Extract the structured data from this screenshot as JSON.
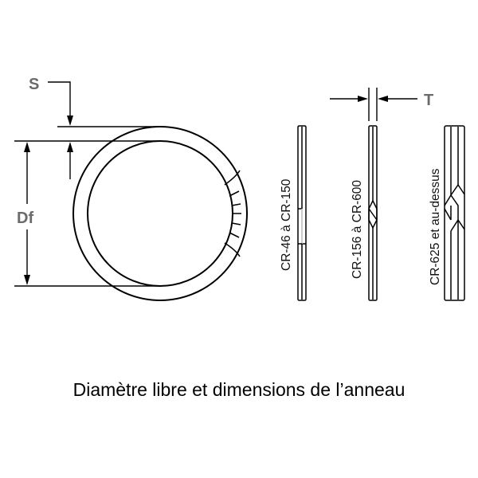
{
  "diagram": {
    "dimensions": {
      "thickness_label": "S",
      "free_diameter_label": "Df",
      "width_label": "T"
    },
    "edge_views": [
      {
        "label": "CR-46 à CR-150"
      },
      {
        "label": "CR-156 à CR-600"
      },
      {
        "label": "CR-625 et au-dessus"
      }
    ]
  },
  "caption": "Diamètre libre et dimensions de l’anneau",
  "colors": {
    "line": "#000000",
    "label_gray": "#6b6b6b",
    "background": "#ffffff"
  }
}
